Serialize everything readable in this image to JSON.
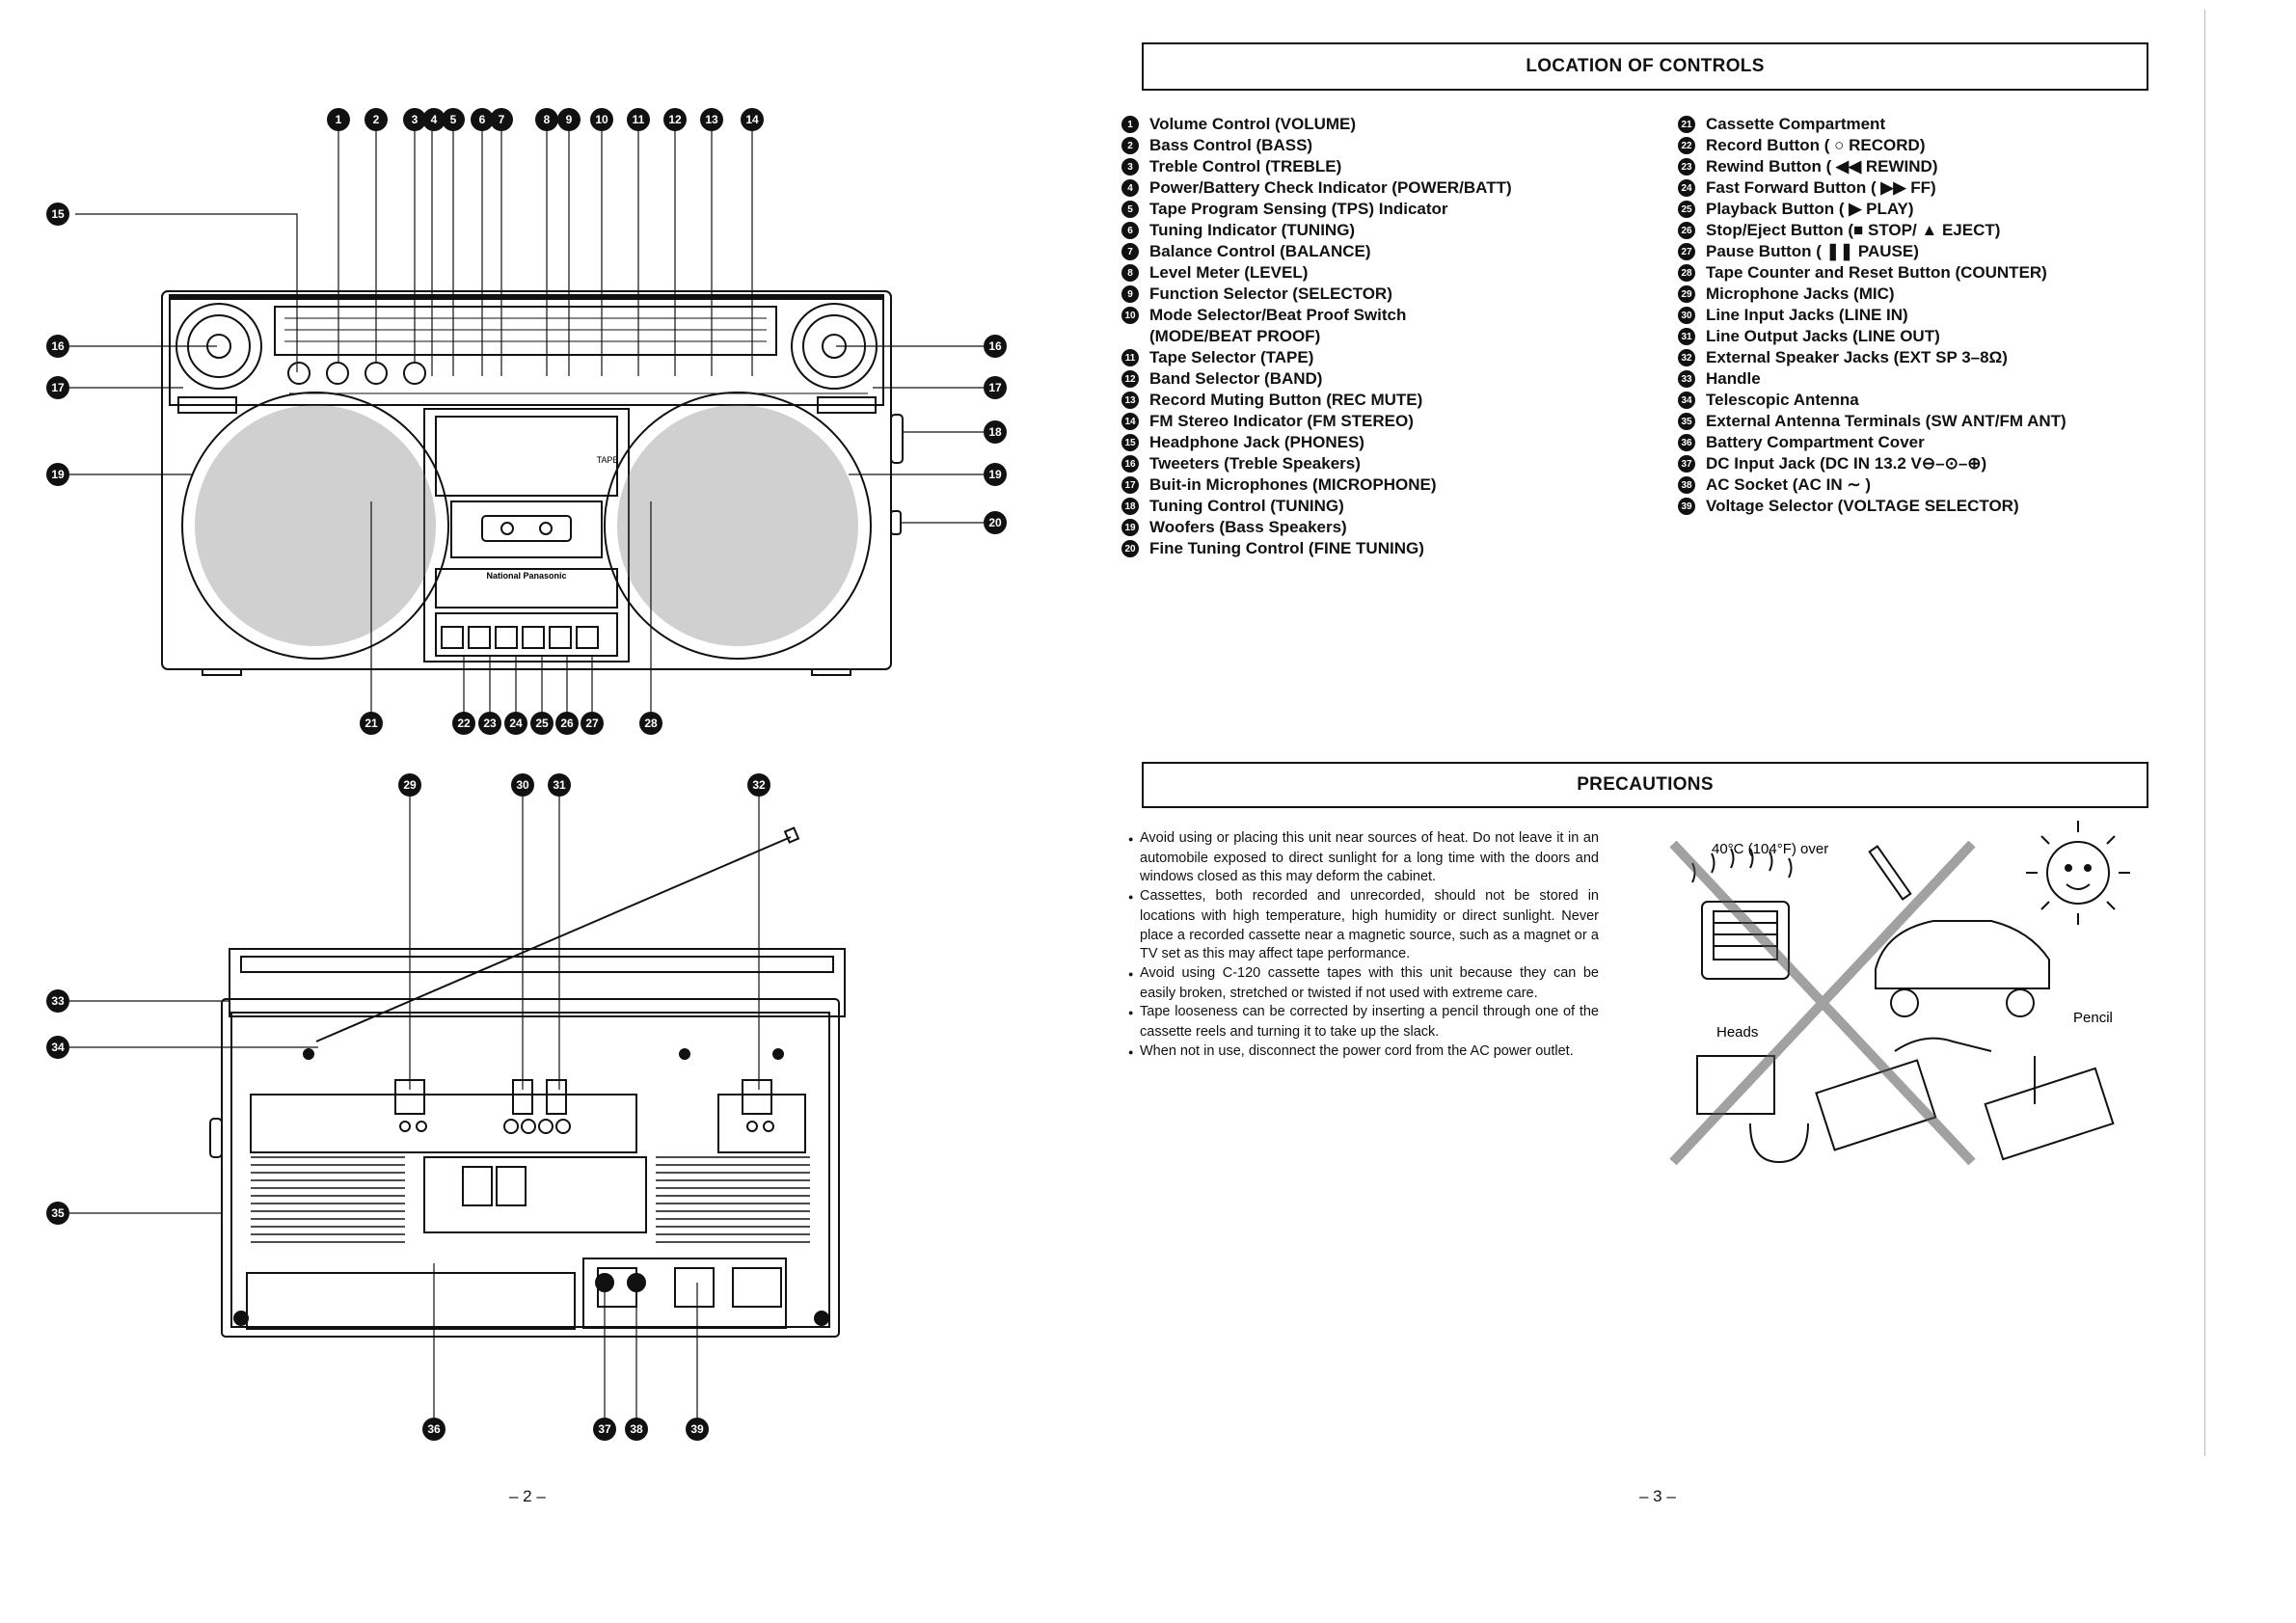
{
  "left_page": {
    "page_number": "– 2 –",
    "front_callouts": [
      {
        "n": "1",
        "label": "➊"
      },
      {
        "n": "2",
        "label": "➋"
      },
      {
        "n": "3",
        "label": "➌"
      },
      {
        "n": "4",
        "label": "➍"
      },
      {
        "n": "5",
        "label": "➎"
      },
      {
        "n": "6",
        "label": "➏"
      },
      {
        "n": "7",
        "label": "➐"
      },
      {
        "n": "8",
        "label": "➑"
      },
      {
        "n": "9",
        "label": "➒"
      },
      {
        "n": "10",
        "label": "➓"
      },
      {
        "n": "11",
        "label": "⓫"
      },
      {
        "n": "12",
        "label": "⓬"
      },
      {
        "n": "13",
        "label": "⓭"
      },
      {
        "n": "14",
        "label": "⓮"
      }
    ],
    "side_callouts_left": [
      {
        "label": "⓯"
      },
      {
        "label": "⓰"
      },
      {
        "label": "⓱"
      },
      {
        "label": "⓳"
      }
    ],
    "side_callouts_right": [
      {
        "label": "⓰"
      },
      {
        "label": "⓱"
      },
      {
        "label": "⓲"
      },
      {
        "label": "⓳"
      },
      {
        "label": "⓴"
      }
    ],
    "bottom_callouts": [
      {
        "label": "21"
      },
      {
        "label": "22"
      },
      {
        "label": "23"
      },
      {
        "label": "24"
      },
      {
        "label": "25"
      },
      {
        "label": "26"
      },
      {
        "label": "27"
      },
      {
        "label": "28"
      }
    ],
    "rear_callouts_top": [
      {
        "label": "29"
      },
      {
        "label": "30"
      },
      {
        "label": "31"
      },
      {
        "label": "32"
      }
    ],
    "rear_callouts_left": [
      {
        "label": "33"
      },
      {
        "label": "34"
      },
      {
        "label": "35"
      }
    ],
    "rear_callouts_bottom": [
      {
        "label": "36"
      },
      {
        "label": "37"
      },
      {
        "label": "38"
      },
      {
        "label": "39"
      }
    ],
    "brand_text": "National Panasonic",
    "tape_label": "TAPE"
  },
  "right_page": {
    "page_number": "– 3 –",
    "location_title": "LOCATION OF CONTROLS",
    "controls_left": [
      {
        "n": "1",
        "text": "Volume Control (VOLUME)"
      },
      {
        "n": "2",
        "text": "Bass Control (BASS)"
      },
      {
        "n": "3",
        "text": "Treble Control (TREBLE)"
      },
      {
        "n": "4",
        "text": "Power/Battery Check Indicator (POWER/BATT)"
      },
      {
        "n": "5",
        "text": "Tape Program Sensing (TPS) Indicator"
      },
      {
        "n": "6",
        "text": "Tuning Indicator (TUNING)"
      },
      {
        "n": "7",
        "text": "Balance Control (BALANCE)"
      },
      {
        "n": "8",
        "text": "Level Meter (LEVEL)"
      },
      {
        "n": "9",
        "text": "Function Selector (SELECTOR)"
      },
      {
        "n": "10",
        "text": "Mode Selector/Beat Proof Switch"
      },
      {
        "n": "",
        "text": "(MODE/BEAT PROOF)"
      },
      {
        "n": "11",
        "text": "Tape Selector (TAPE)"
      },
      {
        "n": "12",
        "text": "Band Selector (BAND)"
      },
      {
        "n": "13",
        "text": "Record Muting Button (REC MUTE)"
      },
      {
        "n": "14",
        "text": "FM Stereo Indicator (FM STEREO)"
      },
      {
        "n": "15",
        "text": "Headphone Jack (PHONES)"
      },
      {
        "n": "16",
        "text": "Tweeters (Treble Speakers)"
      },
      {
        "n": "17",
        "text": "Buit-in Microphones (MICROPHONE)"
      },
      {
        "n": "18",
        "text": "Tuning Control (TUNING)"
      },
      {
        "n": "19",
        "text": "Woofers (Bass Speakers)"
      },
      {
        "n": "20",
        "text": "Fine Tuning Control (FINE TUNING)"
      }
    ],
    "controls_right": [
      {
        "n": "21",
        "text": "Cassette Compartment"
      },
      {
        "n": "22",
        "text": "Record Button ( ○ RECORD)"
      },
      {
        "n": "23",
        "text": "Rewind Button ( ◀◀ REWIND)"
      },
      {
        "n": "24",
        "text": "Fast Forward Button ( ▶▶ FF)"
      },
      {
        "n": "25",
        "text": "Playback Button ( ▶ PLAY)"
      },
      {
        "n": "26",
        "text": "Stop/Eject Button (■ STOP/ ▲ EJECT)"
      },
      {
        "n": "27",
        "text": "Pause Button ( ❚❚ PAUSE)"
      },
      {
        "n": "28",
        "text": "Tape Counter and Reset Button (COUNTER)"
      },
      {
        "n": "29",
        "text": "Microphone Jacks (MIC)"
      },
      {
        "n": "30",
        "text": "Line Input Jacks (LINE IN)"
      },
      {
        "n": "31",
        "text": "Line Output Jacks (LINE OUT)"
      },
      {
        "n": "32",
        "text": "External Speaker Jacks (EXT SP 3–8Ω)"
      },
      {
        "n": "33",
        "text": "Handle"
      },
      {
        "n": "34",
        "text": "Telescopic Antenna"
      },
      {
        "n": "35",
        "text": "External Antenna Terminals (SW ANT/FM ANT)"
      },
      {
        "n": "36",
        "text": "Battery Compartment Cover"
      },
      {
        "n": "37",
        "text": "DC Input Jack (DC IN 13.2 V⊖–⊙–⊕)"
      },
      {
        "n": "38",
        "text": "AC Socket (AC IN ∼ )"
      },
      {
        "n": "39",
        "text": "Voltage Selector (VOLTAGE SELECTOR)"
      }
    ],
    "precautions_title": "PRECAUTIONS",
    "precautions": [
      "Avoid using or placing this unit near sources of heat. Do not leave it in an automobile exposed to direct sunlight for a long time with the doors and windows closed as this may deform the cabinet.",
      "Cassettes, both recorded and unrecorded, should not be stored in locations with high temperature, high humidity or direct sunlight. Never place a recorded cassette near a magnetic source, such as a magnet or a TV set as this may affect tape performance.",
      "Avoid using C-120 cassette tapes with this unit because they can be easily broken, stretched or twisted if not used with extreme care.",
      "Tape looseness can be corrected by inserting a pencil through one of the cassette reels and turning it to take up the slack.",
      "When not in use, disconnect the power cord from the AC power outlet."
    ],
    "illustration_labels": {
      "heat": "40°C (104°F) over",
      "heads": "Heads",
      "pencil": "Pencil"
    }
  }
}
